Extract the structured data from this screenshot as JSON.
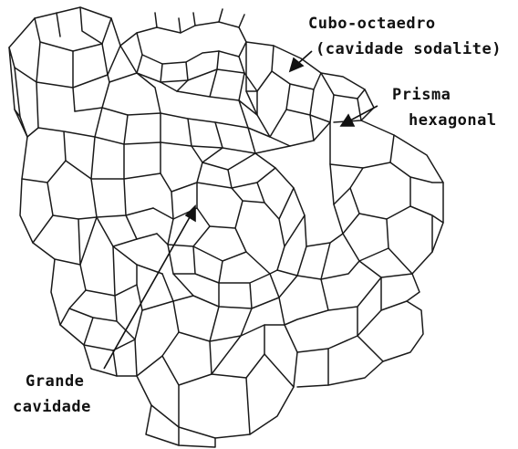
{
  "labels": {
    "sodalite_line1": "Cubo-octaedro",
    "sodalite_line2": "(cavidade sodalite)",
    "prism_line1": "Prisma",
    "prism_line2": "hexagonal",
    "cavity_line1": "Grande",
    "cavity_line2": "cavidade"
  },
  "colors": {
    "ink": "#111111",
    "background": "#ffffff"
  }
}
